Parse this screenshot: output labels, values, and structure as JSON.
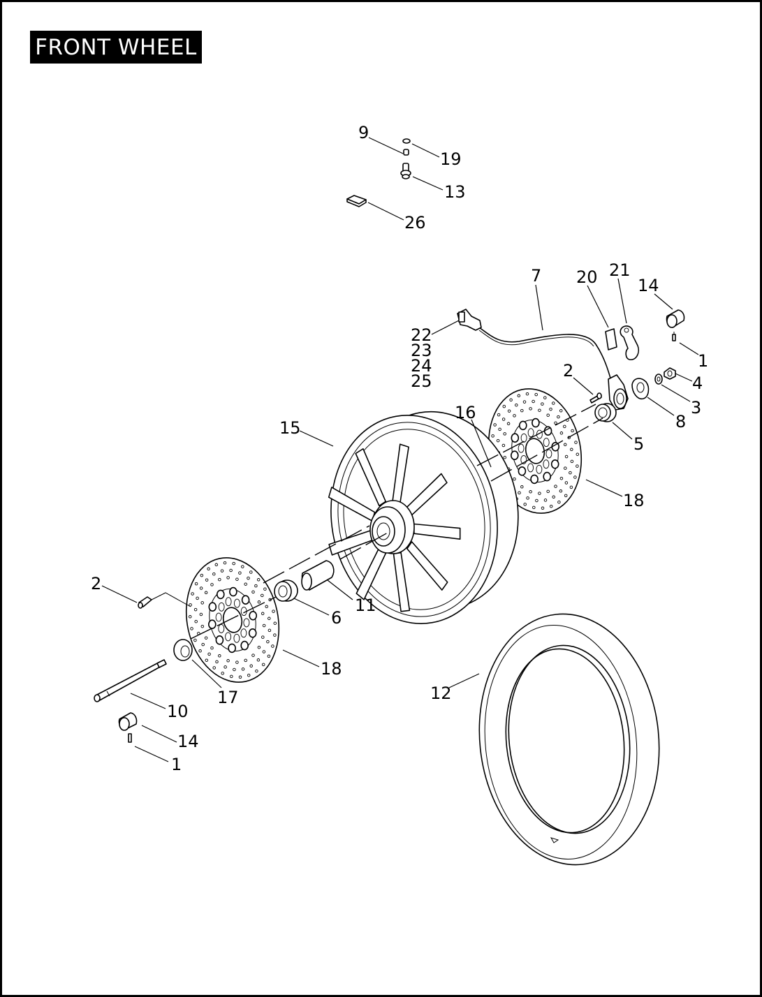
{
  "title": "FRONT WHEEL",
  "callouts": [
    {
      "id": "c-9",
      "text": "9"
    },
    {
      "id": "c-19",
      "text": "19"
    },
    {
      "id": "c-13",
      "text": "13"
    },
    {
      "id": "c-26",
      "text": "26"
    },
    {
      "id": "c-7",
      "text": "7"
    },
    {
      "id": "c-20",
      "text": "20"
    },
    {
      "id": "c-21",
      "text": "21"
    },
    {
      "id": "c-14a",
      "text": "14"
    },
    {
      "id": "c-1a",
      "text": "1"
    },
    {
      "id": "c-22",
      "text": "22"
    },
    {
      "id": "c-23",
      "text": "23"
    },
    {
      "id": "c-24",
      "text": "24"
    },
    {
      "id": "c-25",
      "text": "25"
    },
    {
      "id": "c-2a",
      "text": "2"
    },
    {
      "id": "c-4",
      "text": "4"
    },
    {
      "id": "c-3",
      "text": "3"
    },
    {
      "id": "c-8",
      "text": "8"
    },
    {
      "id": "c-16",
      "text": "16"
    },
    {
      "id": "c-5",
      "text": "5"
    },
    {
      "id": "c-15",
      "text": "15"
    },
    {
      "id": "c-18a",
      "text": "18"
    },
    {
      "id": "c-2b",
      "text": "2"
    },
    {
      "id": "c-11",
      "text": "11"
    },
    {
      "id": "c-6",
      "text": "6"
    },
    {
      "id": "c-18b",
      "text": "18"
    },
    {
      "id": "c-12",
      "text": "12"
    },
    {
      "id": "c-17",
      "text": "17"
    },
    {
      "id": "c-10",
      "text": "10"
    },
    {
      "id": "c-14b",
      "text": "14"
    },
    {
      "id": "c-1b",
      "text": "1"
    }
  ]
}
